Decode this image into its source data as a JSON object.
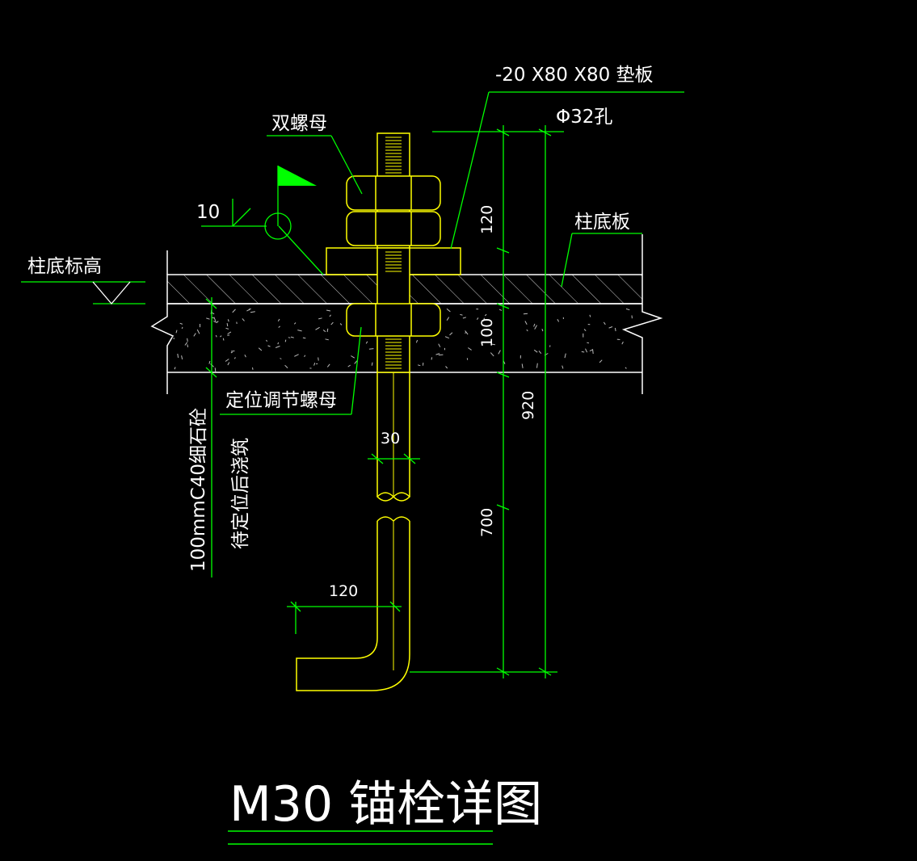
{
  "title": "M30 锚栓详图",
  "labels": {
    "pad_plate": "-20 X80 X80 垫板",
    "hole": "Φ32孔",
    "double_nut": "双螺母",
    "weld": "10",
    "column_base_plate": "柱底板",
    "column_base_elevation": "柱底标高",
    "positioning_nut": "定位调节螺母",
    "grout_line1": "100mmC40细石砼",
    "grout_line2": "待定位后浇筑"
  },
  "dimensions": {
    "nut_zone": "120",
    "grout_thickness": "100",
    "total_length": "920",
    "rod_diameter": "30",
    "embed_length": "700",
    "hook_length": "120"
  },
  "colors": {
    "background": "#000000",
    "outline": "#ffff00",
    "leader": "#00ff00",
    "text": "#ffffff",
    "flag": "#00ff00"
  }
}
